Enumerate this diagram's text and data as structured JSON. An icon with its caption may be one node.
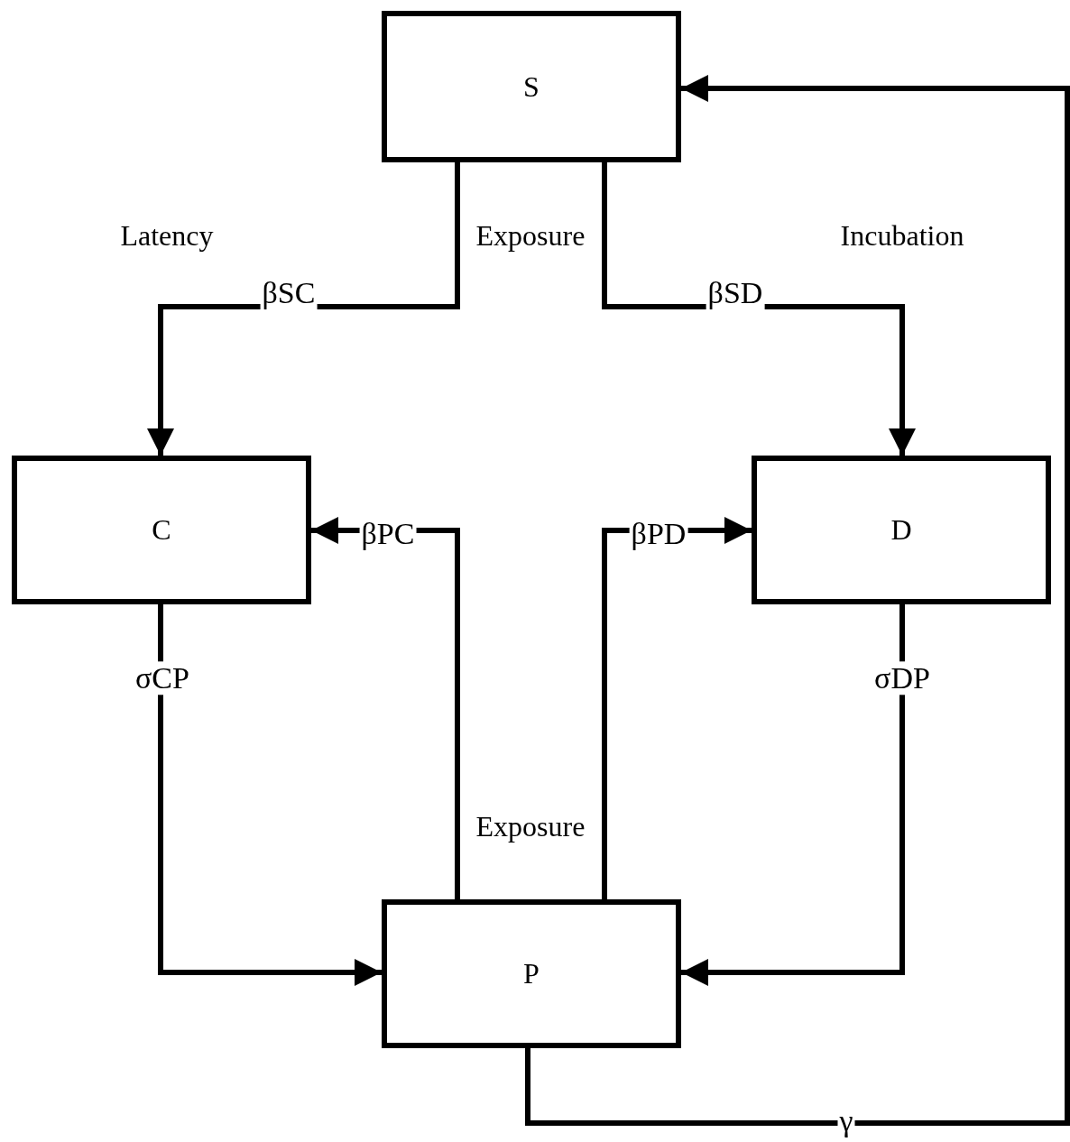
{
  "diagram": {
    "nodes": [
      {
        "text": [
          "S"
        ]
      },
      {
        "text": [
          "C"
        ]
      },
      {
        "text": [
          "D"
        ]
      },
      {
        "text": [
          "P"
        ]
      }
    ],
    "edges": [
      {
        "from": 0,
        "to": 1,
        "arrow": "to",
        "label": "βSC"
      },
      {
        "from": 0,
        "to": 2,
        "arrow": "to",
        "label": "βSD"
      },
      {
        "from": 3,
        "to": 1,
        "arrow": "to",
        "label": "βPC"
      },
      {
        "from": 3,
        "to": 2,
        "arrow": "to",
        "label": "βPD"
      },
      {
        "from": 1,
        "to": 3,
        "arrow": "to",
        "label": "σCP"
      },
      {
        "from": 2,
        "to": 3,
        "arrow": "to",
        "label": "σDP"
      },
      {
        "from": 3,
        "to": 0,
        "arrow": "to",
        "label": "γ"
      }
    ],
    "labels": [
      "Latency",
      "Exposure",
      "Incubation",
      "Exposure"
    ]
  }
}
